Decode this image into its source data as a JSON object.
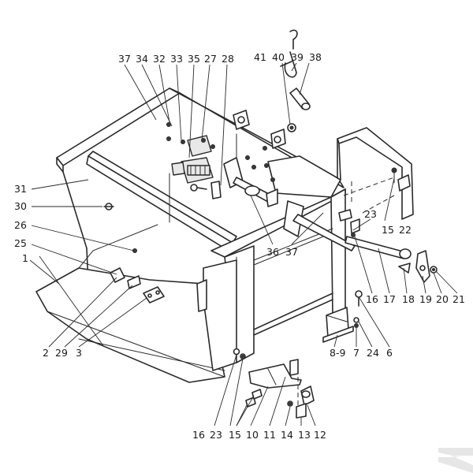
{
  "labels": {
    "top": [
      "37",
      "34",
      "32",
      "33",
      "35",
      "27",
      "28",
      "41",
      "40",
      "39",
      "38"
    ],
    "left": [
      "31",
      "30",
      "26",
      "25",
      "1"
    ],
    "bottom_left": [
      "2",
      "29",
      "3"
    ],
    "right_mid": [
      "23",
      "15",
      "22",
      "36",
      "37",
      "16",
      "17",
      "18",
      "19",
      "20",
      "21"
    ],
    "right_low": [
      "8-9",
      "7",
      "24",
      "6"
    ],
    "bottom": [
      "16",
      "23",
      "15",
      "10",
      "11",
      "14",
      "13",
      "12"
    ]
  },
  "watermark": "K",
  "colors": {
    "line": "#2a2a2a",
    "background": "#ffffff",
    "watermark": "#e6e6e6"
  }
}
